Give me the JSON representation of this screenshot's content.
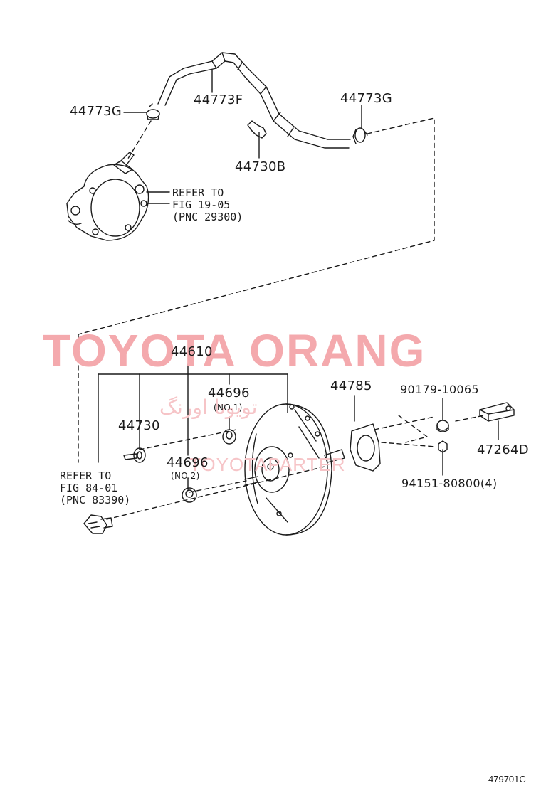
{
  "diagram": {
    "parts": {
      "clamp_left": "44773G",
      "hose": "44773F",
      "clamp_right": "44773G",
      "hose_clamp_holder": "44730B",
      "booster_assy": "44610",
      "check_valve_grommet_no1": "44696",
      "check_valve_grommet_no2": "44696",
      "no1_label": "(NO.1)",
      "no2_label": "(NO.2)",
      "check_valve": "44730",
      "gasket": "44785",
      "pin": "90179-10065",
      "nut": "94151-80800(4)",
      "clevis": "47264D"
    },
    "references": {
      "pump": {
        "line1": "REFER TO",
        "line2": "FIG 19-05",
        "line3": "(PNC 29300)"
      },
      "union": {
        "line1": "REFER TO",
        "line2": "FIG 84-01",
        "line3": "(PNC 83390)"
      }
    },
    "watermark": {
      "main": "TOYOTA ORANG",
      "persian": "تویوتا اورنگ",
      "secondary": "TOYOTAPARTER"
    },
    "figure_code": "479701C",
    "colors": {
      "line": "#1a1a1a",
      "watermark": "#f4a9ad"
    }
  }
}
